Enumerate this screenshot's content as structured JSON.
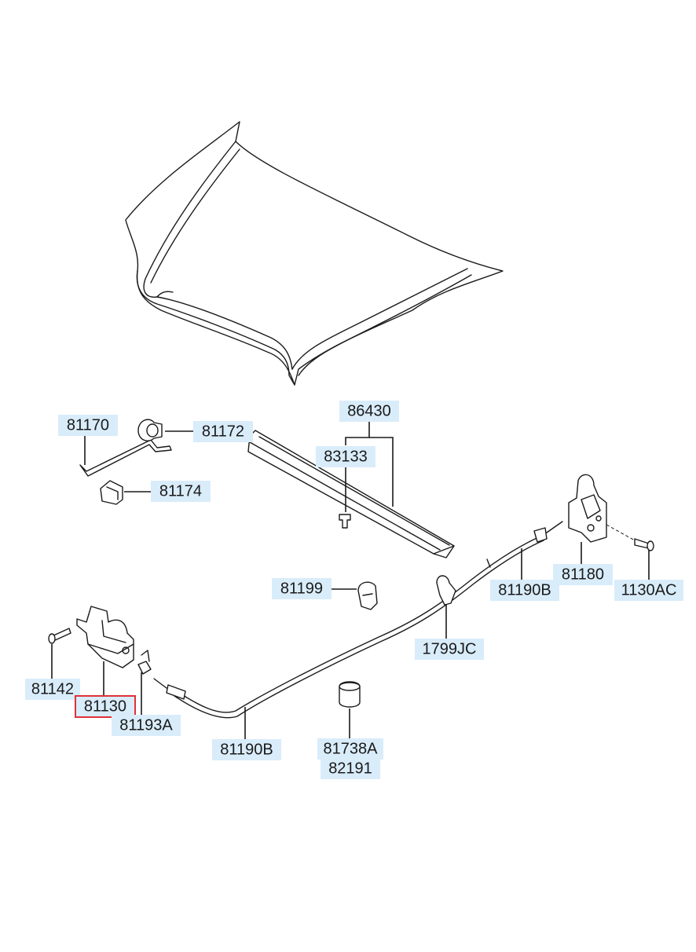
{
  "highlight_color": "#e0313b",
  "label_bg_color": "#d9ecfa",
  "parts": [
    {
      "id": "p81170",
      "number": "81170"
    },
    {
      "id": "p81172",
      "number": "81172"
    },
    {
      "id": "p81174",
      "number": "81174"
    },
    {
      "id": "p86430",
      "number": "86430"
    },
    {
      "id": "p83133",
      "number": "83133"
    },
    {
      "id": "p81180",
      "number": "81180"
    },
    {
      "id": "p81190b-top",
      "number": "81190B"
    },
    {
      "id": "p1130ac",
      "number": "1130AC"
    },
    {
      "id": "p81199",
      "number": "81199"
    },
    {
      "id": "p1799jc",
      "number": "1799JC"
    },
    {
      "id": "p81142",
      "number": "81142"
    },
    {
      "id": "p81130",
      "number": "81130",
      "highlighted": true
    },
    {
      "id": "p81193a",
      "number": "81193A"
    },
    {
      "id": "p81190b-bottom",
      "number": "81190B"
    },
    {
      "id": "p81738a",
      "number": "81738A"
    },
    {
      "id": "p82191",
      "number": "82191"
    }
  ]
}
